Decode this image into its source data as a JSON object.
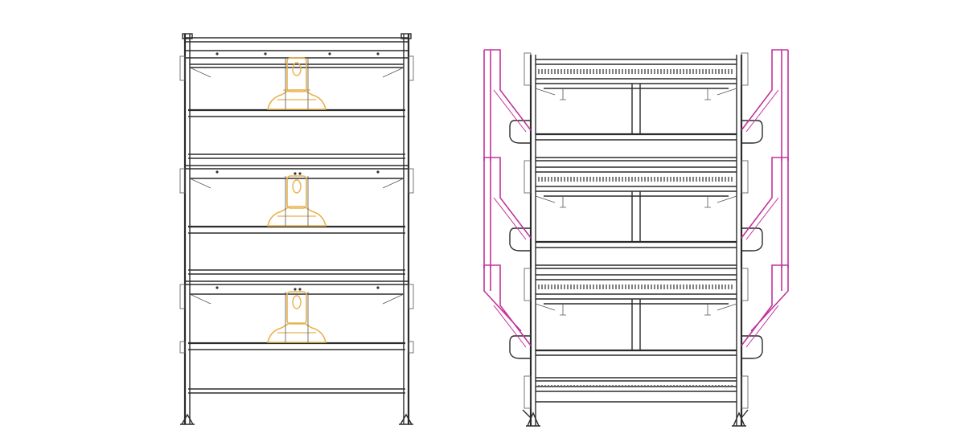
{
  "figure": {
    "views": [
      {
        "id": "front-view",
        "tiers": 3,
        "accent_name": "feeder-hopper",
        "accent_color": "#E8B24A"
      },
      {
        "id": "side-view",
        "tiers": 3,
        "accent_name": "egg-deflector",
        "accent_color": "#C2349B"
      }
    ],
    "line_color": "#2b2b2b",
    "background": "#ffffff"
  }
}
